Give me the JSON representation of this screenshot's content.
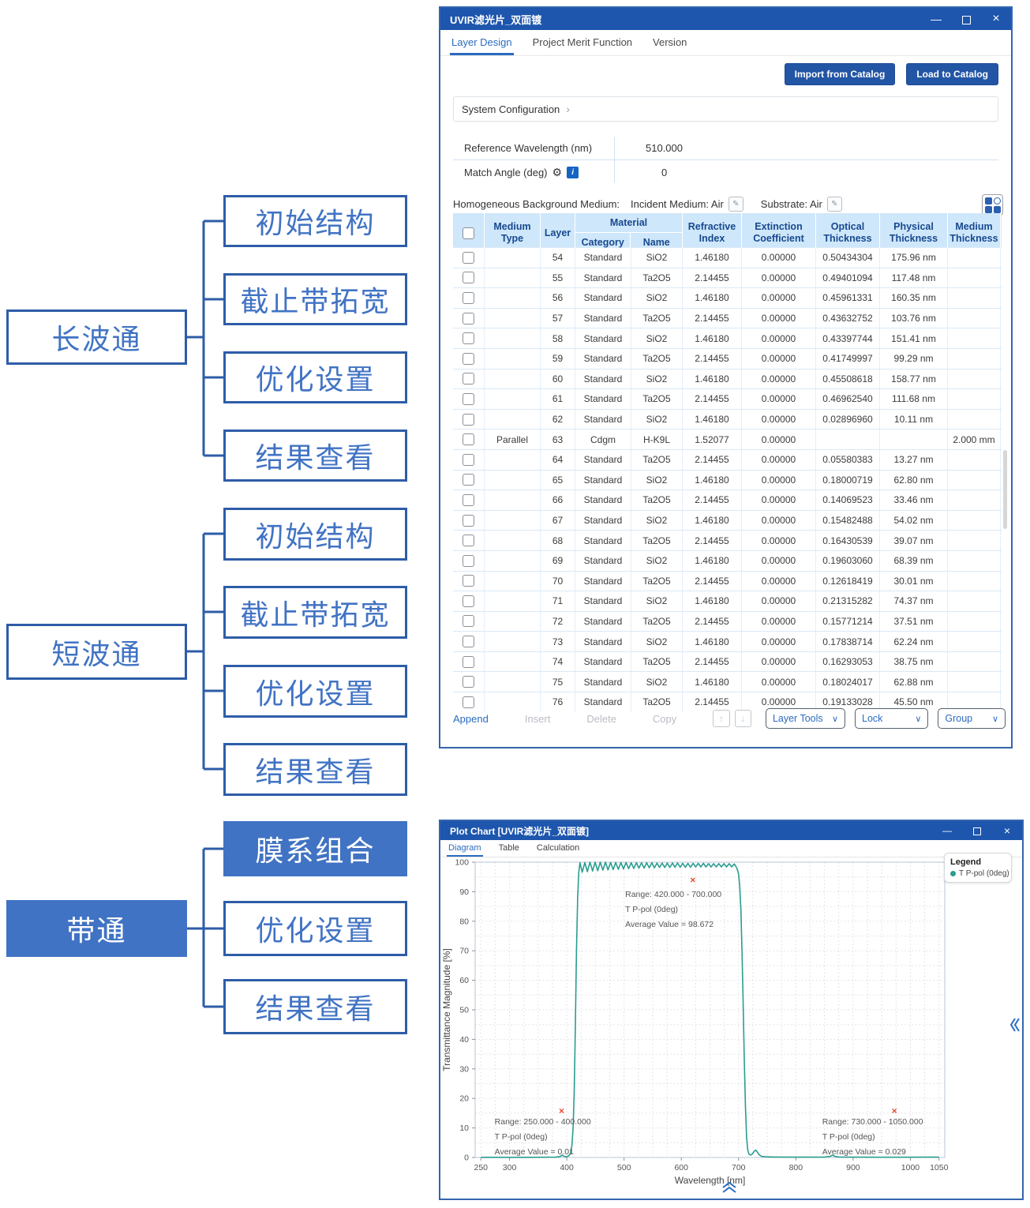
{
  "flowchart": {
    "groups": [
      {
        "label": "长波通",
        "filled": false,
        "children": [
          {
            "label": "初始结构",
            "filled": false
          },
          {
            "label": "截止带拓宽",
            "filled": false
          },
          {
            "label": "优化设置",
            "filled": false
          },
          {
            "label": "结果查看",
            "filled": false
          }
        ]
      },
      {
        "label": "短波通",
        "filled": false,
        "children": [
          {
            "label": "初始结构",
            "filled": false
          },
          {
            "label": "截止带拓宽",
            "filled": false
          },
          {
            "label": "优化设置",
            "filled": false
          },
          {
            "label": "结果查看",
            "filled": false
          }
        ]
      },
      {
        "label": "带通",
        "filled": true,
        "children": [
          {
            "label": "膜系组合",
            "filled": true
          },
          {
            "label": "优化设置",
            "filled": false
          },
          {
            "label": "结果查看",
            "filled": false
          }
        ]
      }
    ]
  },
  "layer_window": {
    "title": "UVIR滤光片_双面镀",
    "tabs": [
      {
        "label": "Layer Design",
        "active": true
      },
      {
        "label": "Project Merit Function",
        "active": false
      },
      {
        "label": "Version",
        "active": false
      }
    ],
    "buttons": {
      "import": "Import from Catalog",
      "load": "Load to Catalog"
    },
    "system_configuration": "System Configuration",
    "fields": [
      {
        "label": "Reference Wavelength (nm)",
        "value": "510.000"
      },
      {
        "label": "Match Angle (deg)",
        "value": "0"
      }
    ],
    "background_medium": {
      "label": "Homogeneous Background Medium:",
      "incident": "Incident Medium: Air",
      "substrate": "Substrate: Air"
    },
    "table": {
      "columns": [
        {
          "lines": [
            ""
          ]
        },
        {
          "lines": [
            "Medium",
            "Type"
          ]
        },
        {
          "lines": [
            "Layer"
          ]
        },
        {
          "group": "Material",
          "sub": [
            "Category",
            "Name"
          ]
        },
        {
          "lines": [
            "Refractive",
            "Index"
          ]
        },
        {
          "lines": [
            "Extinction",
            "Coefficient"
          ]
        },
        {
          "lines": [
            "Optical",
            "Thickness"
          ]
        },
        {
          "lines": [
            "Physical",
            "Thickness"
          ]
        },
        {
          "lines": [
            "Medium",
            "Thickness"
          ]
        }
      ],
      "rows": [
        [
          "",
          "54",
          "Standard",
          "SiO2",
          "1.46180",
          "0.00000",
          "0.50434304",
          "175.96 nm",
          ""
        ],
        [
          "",
          "55",
          "Standard",
          "Ta2O5",
          "2.14455",
          "0.00000",
          "0.49401094",
          "117.48 nm",
          ""
        ],
        [
          "",
          "56",
          "Standard",
          "SiO2",
          "1.46180",
          "0.00000",
          "0.45961331",
          "160.35 nm",
          ""
        ],
        [
          "",
          "57",
          "Standard",
          "Ta2O5",
          "2.14455",
          "0.00000",
          "0.43632752",
          "103.76 nm",
          ""
        ],
        [
          "",
          "58",
          "Standard",
          "SiO2",
          "1.46180",
          "0.00000",
          "0.43397744",
          "151.41 nm",
          ""
        ],
        [
          "",
          "59",
          "Standard",
          "Ta2O5",
          "2.14455",
          "0.00000",
          "0.41749997",
          "99.29 nm",
          ""
        ],
        [
          "",
          "60",
          "Standard",
          "SiO2",
          "1.46180",
          "0.00000",
          "0.45508618",
          "158.77 nm",
          ""
        ],
        [
          "",
          "61",
          "Standard",
          "Ta2O5",
          "2.14455",
          "0.00000",
          "0.46962540",
          "111.68 nm",
          ""
        ],
        [
          "",
          "62",
          "Standard",
          "SiO2",
          "1.46180",
          "0.00000",
          "0.02896960",
          "10.11 nm",
          ""
        ],
        [
          "Parallel",
          "63",
          "Cdgm",
          "H-K9L",
          "1.52077",
          "0.00000",
          "",
          "",
          "2.000 mm"
        ],
        [
          "",
          "64",
          "Standard",
          "Ta2O5",
          "2.14455",
          "0.00000",
          "0.05580383",
          "13.27 nm",
          ""
        ],
        [
          "",
          "65",
          "Standard",
          "SiO2",
          "1.46180",
          "0.00000",
          "0.18000719",
          "62.80 nm",
          ""
        ],
        [
          "",
          "66",
          "Standard",
          "Ta2O5",
          "2.14455",
          "0.00000",
          "0.14069523",
          "33.46 nm",
          ""
        ],
        [
          "",
          "67",
          "Standard",
          "SiO2",
          "1.46180",
          "0.00000",
          "0.15482488",
          "54.02 nm",
          ""
        ],
        [
          "",
          "68",
          "Standard",
          "Ta2O5",
          "2.14455",
          "0.00000",
          "0.16430539",
          "39.07 nm",
          ""
        ],
        [
          "",
          "69",
          "Standard",
          "SiO2",
          "1.46180",
          "0.00000",
          "0.19603060",
          "68.39 nm",
          ""
        ],
        [
          "",
          "70",
          "Standard",
          "Ta2O5",
          "2.14455",
          "0.00000",
          "0.12618419",
          "30.01 nm",
          ""
        ],
        [
          "",
          "71",
          "Standard",
          "SiO2",
          "1.46180",
          "0.00000",
          "0.21315282",
          "74.37 nm",
          ""
        ],
        [
          "",
          "72",
          "Standard",
          "Ta2O5",
          "2.14455",
          "0.00000",
          "0.15771214",
          "37.51 nm",
          ""
        ],
        [
          "",
          "73",
          "Standard",
          "SiO2",
          "1.46180",
          "0.00000",
          "0.17838714",
          "62.24 nm",
          ""
        ],
        [
          "",
          "74",
          "Standard",
          "Ta2O5",
          "2.14455",
          "0.00000",
          "0.16293053",
          "38.75 nm",
          ""
        ],
        [
          "",
          "75",
          "Standard",
          "SiO2",
          "1.46180",
          "0.00000",
          "0.18024017",
          "62.88 nm",
          ""
        ],
        [
          "",
          "76",
          "Standard",
          "Ta2O5",
          "2.14455",
          "0.00000",
          "0.19133028",
          "45.50 nm",
          ""
        ]
      ]
    },
    "toolbar": {
      "append": "Append",
      "insert": "Insert",
      "delete": "Delete",
      "copy": "Copy",
      "layer_tools": "Layer Tools",
      "lock": "Lock",
      "group": "Group"
    }
  },
  "plot_window": {
    "title": "Plot Chart [UVIR滤光片_双面镀]",
    "tabs": [
      {
        "label": "Diagram",
        "active": true
      },
      {
        "label": "Table",
        "active": false
      },
      {
        "label": "Calculation",
        "active": false
      }
    ],
    "legend": {
      "title": "Legend",
      "entry": "T P-pol (0deg)"
    }
  },
  "chart_data": {
    "type": "line",
    "xlabel": "Wavelength [nm]",
    "ylabel": "Transmittance Magnitude [%]",
    "xlim": [
      240,
      1060
    ],
    "ylim": [
      0,
      100
    ],
    "x_ticks": [
      250,
      300,
      400,
      500,
      600,
      700,
      800,
      900,
      1000,
      1050
    ],
    "y_ticks": [
      0,
      10,
      20,
      30,
      40,
      50,
      60,
      70,
      80,
      90,
      100
    ],
    "grid": "dotted",
    "minor_grid_x_step": 25,
    "minor_grid_y_step": 5,
    "legend": {
      "title": "Legend",
      "position": "top-right",
      "entries": [
        {
          "label": "T P-pol (0deg)",
          "color": "#2a9d8f"
        }
      ]
    },
    "series": [
      {
        "name": "T P-pol (0deg)",
        "color": "#2a9d8f",
        "points": [
          [
            250,
            0.05
          ],
          [
            280,
            0.05
          ],
          [
            310,
            0.05
          ],
          [
            340,
            0.06
          ],
          [
            360,
            0.08
          ],
          [
            380,
            0.1
          ],
          [
            388,
            0.3
          ],
          [
            392,
            0.8
          ],
          [
            395,
            0.4
          ],
          [
            399,
            0.25
          ],
          [
            403,
            0.5
          ],
          [
            406,
            1.2
          ],
          [
            409,
            4
          ],
          [
            411,
            10
          ],
          [
            413,
            22
          ],
          [
            415,
            45
          ],
          [
            417,
            70
          ],
          [
            419,
            88
          ],
          [
            421,
            96.5
          ],
          [
            423,
            99.8
          ],
          [
            427,
            96.6
          ],
          [
            431.5,
            99.9
          ],
          [
            436,
            96.8
          ],
          [
            440.5,
            100
          ],
          [
            445,
            97.0
          ],
          [
            449.5,
            100
          ],
          [
            454,
            97.1
          ],
          [
            458.5,
            100
          ],
          [
            463,
            97.3
          ],
          [
            467.5,
            100
          ],
          [
            472,
            97.4
          ],
          [
            476.5,
            99.9
          ],
          [
            481,
            97.5
          ],
          [
            485.5,
            99.9
          ],
          [
            490,
            97.6
          ],
          [
            494.5,
            99.9
          ],
          [
            499,
            97.7
          ],
          [
            503.5,
            99.9
          ],
          [
            508,
            97.8
          ],
          [
            512.5,
            99.8
          ],
          [
            517,
            97.9
          ],
          [
            521.5,
            99.8
          ],
          [
            526,
            98.0
          ],
          [
            530.5,
            99.8
          ],
          [
            535,
            98.0
          ],
          [
            539.5,
            99.8
          ],
          [
            544,
            98.1
          ],
          [
            548.5,
            99.8
          ],
          [
            553,
            98.1
          ],
          [
            557.5,
            99.7
          ],
          [
            562,
            98.2
          ],
          [
            566.5,
            99.7
          ],
          [
            571,
            98.2
          ],
          [
            575.5,
            99.7
          ],
          [
            580,
            98.2
          ],
          [
            584.5,
            99.7
          ],
          [
            589,
            98.3
          ],
          [
            593.5,
            99.7
          ],
          [
            598,
            98.3
          ],
          [
            602.5,
            99.6
          ],
          [
            607,
            98.3
          ],
          [
            611.5,
            99.6
          ],
          [
            616,
            98.3
          ],
          [
            620.5,
            99.6
          ],
          [
            625,
            98.4
          ],
          [
            629.5,
            99.6
          ],
          [
            634,
            98.4
          ],
          [
            638.5,
            99.6
          ],
          [
            643,
            98.4
          ],
          [
            647.5,
            99.5
          ],
          [
            652,
            98.4
          ],
          [
            656.5,
            99.5
          ],
          [
            661,
            98.4
          ],
          [
            665.5,
            99.5
          ],
          [
            670,
            98.4
          ],
          [
            674.5,
            99.5
          ],
          [
            679,
            98.4
          ],
          [
            683.5,
            99.5
          ],
          [
            688,
            98.4
          ],
          [
            692.5,
            99.4
          ],
          [
            697,
            98.0
          ],
          [
            700,
            96
          ],
          [
            702,
            92
          ],
          [
            704,
            84
          ],
          [
            706,
            70
          ],
          [
            708,
            52
          ],
          [
            710,
            33
          ],
          [
            712,
            17
          ],
          [
            714,
            7
          ],
          [
            716,
            2.5
          ],
          [
            718,
            1.2
          ],
          [
            721,
            0.8
          ],
          [
            724,
            1.2
          ],
          [
            727,
            2.0
          ],
          [
            730,
            2.5
          ],
          [
            733,
            1.8
          ],
          [
            736,
            0.9
          ],
          [
            740,
            0.4
          ],
          [
            746,
            0.25
          ],
          [
            760,
            0.15
          ],
          [
            790,
            0.1
          ],
          [
            820,
            0.1
          ],
          [
            850,
            0.12
          ],
          [
            860,
            0.4
          ],
          [
            864,
            0.8
          ],
          [
            868,
            0.4
          ],
          [
            875,
            0.15
          ],
          [
            900,
            0.1
          ],
          [
            940,
            0.08
          ],
          [
            980,
            0.08
          ],
          [
            1020,
            0.1
          ],
          [
            1050,
            0.1
          ]
        ]
      }
    ],
    "annotations": [
      {
        "marker": "x",
        "marker_color": "#e4492f",
        "marker_x": 620,
        "marker_y": 94,
        "text_x": 502,
        "text_y": 89.3,
        "line_step": 5.1,
        "lines": [
          "Range: 420.000 - 700.000",
          "T P-pol (0deg)",
          "Average Value = 98.672"
        ]
      },
      {
        "marker": "x",
        "marker_color": "#e4492f",
        "marker_x": 391,
        "marker_y": 15.8,
        "text_x": 274,
        "text_y": 12.3,
        "line_step": 5.1,
        "lines": [
          "Range: 250.000 - 400.000",
          "T P-pol (0deg)",
          "Average Value = 0.01"
        ]
      },
      {
        "marker": "x",
        "marker_color": "#e4492f",
        "marker_x": 972,
        "marker_y": 15.8,
        "text_x": 846,
        "text_y": 12.3,
        "line_step": 5.1,
        "lines": [
          "Range: 730.000 - 1050.000",
          "T P-pol (0deg)",
          "Average Value = 0.029"
        ]
      }
    ]
  }
}
